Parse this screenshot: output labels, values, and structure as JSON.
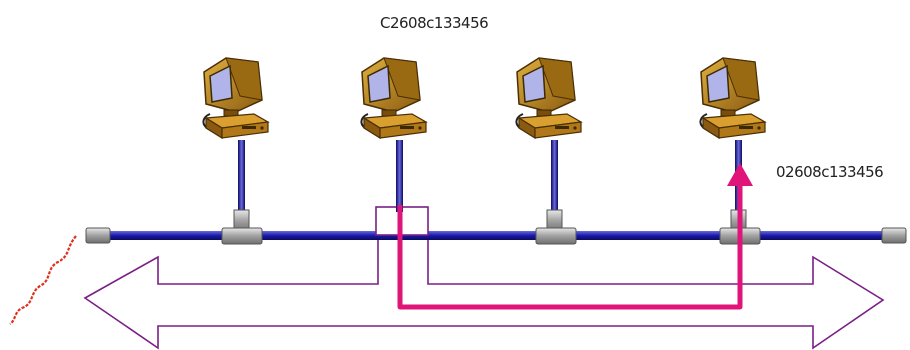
{
  "labels": {
    "top_address": "C2608c133456",
    "right_address": "02608c133456"
  },
  "nodes": [
    {
      "id": "computer-1"
    },
    {
      "id": "computer-2"
    },
    {
      "id": "computer-3"
    },
    {
      "id": "computer-4"
    }
  ],
  "colors": {
    "cable": "#1a1aa8",
    "cable_highlight": "#6a6ae0",
    "connector": "#a9a9a9",
    "signal_path": "#e0157a",
    "broadcast_arrow": "#7a1f86",
    "monitor_body": "#b8860b",
    "monitor_screen": "#b0b4e8",
    "terminator_wire": "#e0301c"
  }
}
